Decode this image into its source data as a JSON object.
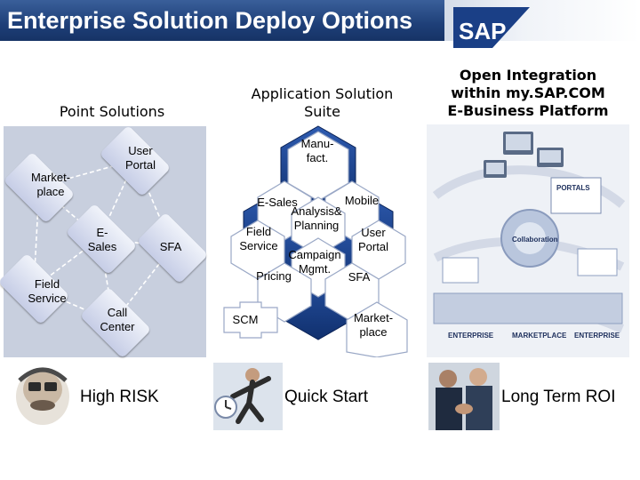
{
  "title": "Enterprise Solution Deploy Options",
  "logo_text": "SAP",
  "columns": {
    "point": "Point Solutions",
    "application": [
      "Application Solution",
      "Suite"
    ],
    "open": [
      "Open Integration",
      "within my.SAP.COM",
      "E-Business Platform"
    ]
  },
  "point_solutions": {
    "user_portal": [
      "User",
      "Portal"
    ],
    "marketplace": [
      "Market-",
      "place"
    ],
    "e_sales": [
      "E-",
      "Sales"
    ],
    "sfa": "SFA",
    "field_service": [
      "Field",
      "Service"
    ],
    "call_center": [
      "Call",
      "Center"
    ]
  },
  "suite": {
    "manufact": [
      "Manu-",
      "fact."
    ],
    "e_sales": "E-Sales",
    "mobile": "Mobile",
    "analysis": [
      "Analysis&",
      "Planning"
    ],
    "field_service": [
      "Field",
      "Service"
    ],
    "user_portal": [
      "User",
      "Portal"
    ],
    "campaign": [
      "Campaign",
      "Mgmt."
    ],
    "pricing": "Pricing",
    "sfa": "SFA",
    "scm": "SCM",
    "marketplace": [
      "Market-",
      "place"
    ]
  },
  "platform_labels": [
    "PORTALS",
    "Collaboration",
    "ENTERPRISE",
    "MARKETPLACE",
    "ENTERPRISE"
  ],
  "outcomes": {
    "risk": "High RISK",
    "quick": "Quick Start",
    "roi": "Long Term ROI"
  },
  "colors": {
    "title_bar": "#1e3f78",
    "hex_fill": "#1f3f8c",
    "node_fill": "#c6cde6",
    "panel": "#c8cfde"
  }
}
